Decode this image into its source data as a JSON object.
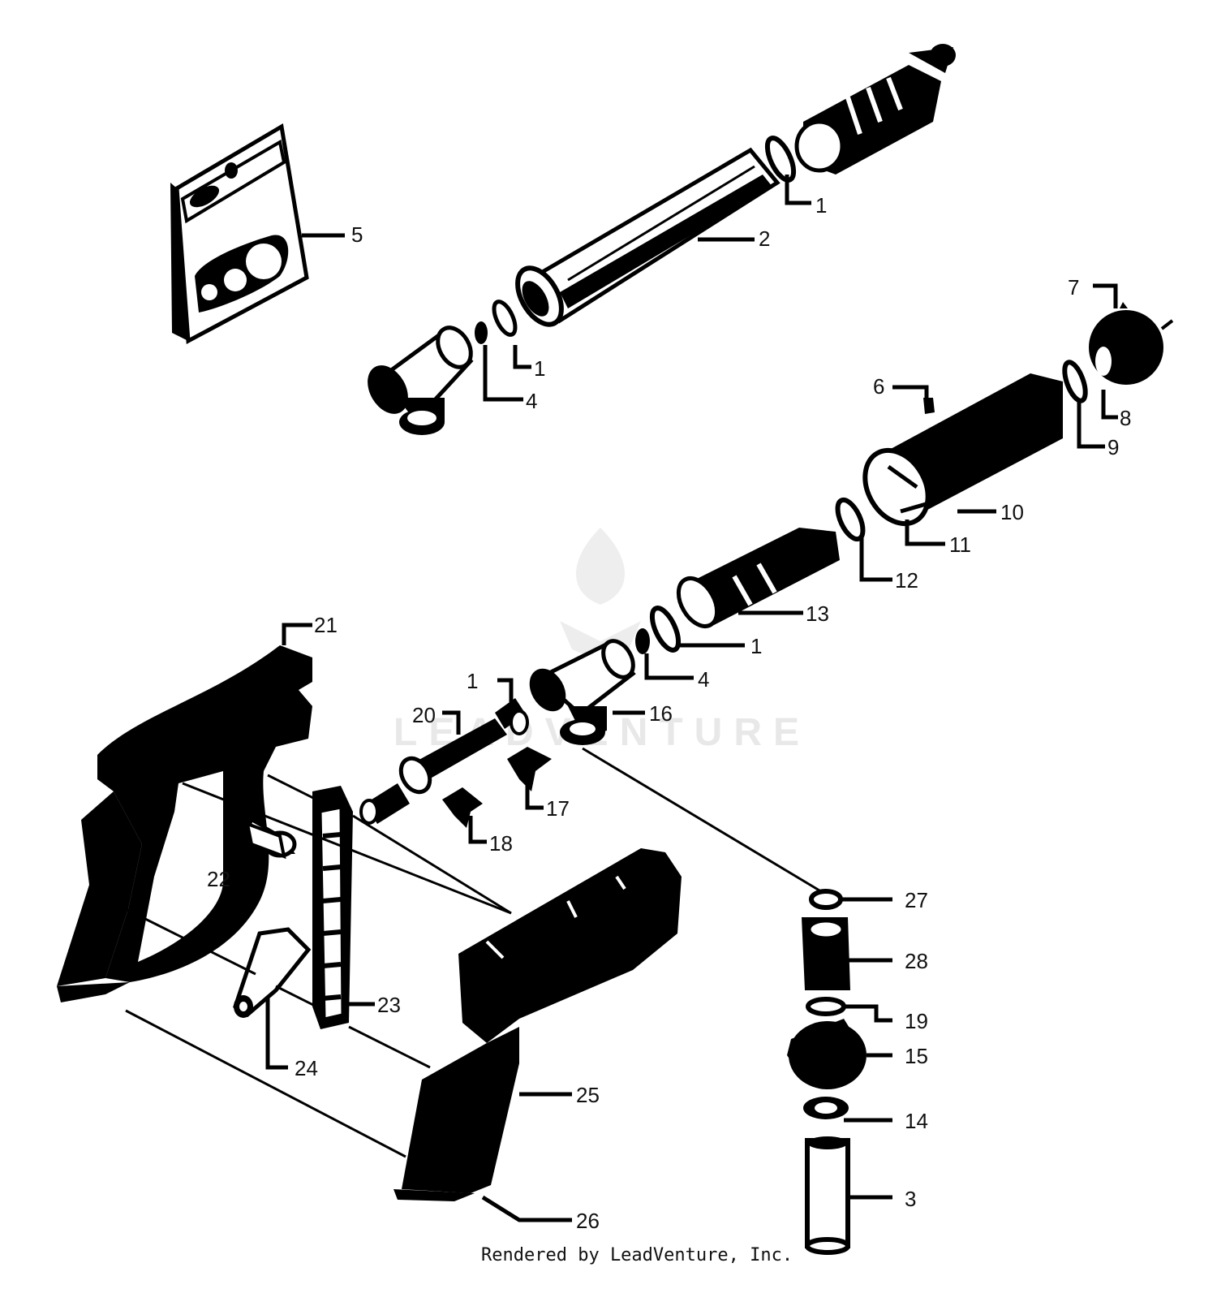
{
  "footer": {
    "text": "Rendered by LeadVenture, Inc."
  },
  "watermark": {
    "text": "LEADVENTURE"
  },
  "callouts": [
    "1",
    "2",
    "1",
    "4",
    "5",
    "7",
    "6",
    "8",
    "9",
    "10",
    "11",
    "12",
    "13",
    "1",
    "4",
    "1",
    "16",
    "20",
    "17",
    "18",
    "21",
    "22",
    "27",
    "28",
    "23",
    "19",
    "15",
    "24",
    "25",
    "14",
    "3",
    "26"
  ]
}
